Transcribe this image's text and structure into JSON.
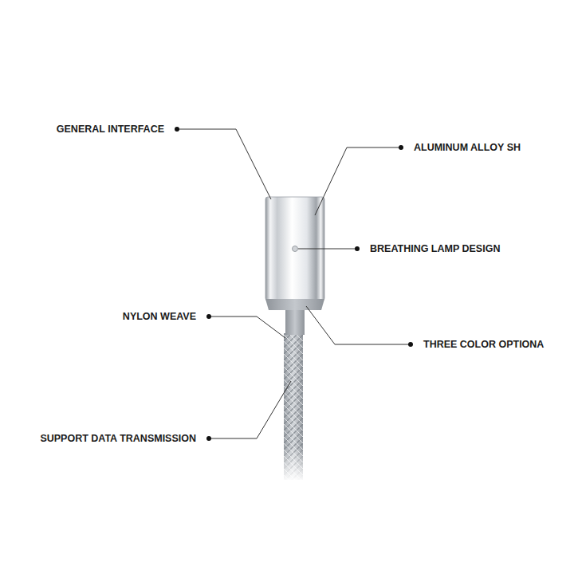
{
  "diagram": {
    "labels": [
      "GENERAL INTERFACE",
      "ALUMINUM ALLOY SH",
      "BREATHING LAMP DESIGN",
      "NYLON WEAVE",
      "THREE COLOR OPTIONA",
      "SUPPORT DATA TRANSMISSION"
    ]
  }
}
